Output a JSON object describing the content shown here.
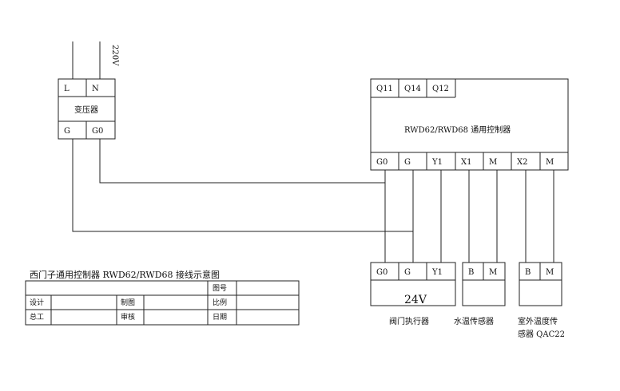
{
  "power": {
    "voltage": "220V"
  },
  "transformer": {
    "name": "变压器",
    "top_terminals": [
      "L",
      "N"
    ],
    "bottom_terminals": [
      "G",
      "G0"
    ]
  },
  "controller": {
    "name": "RWD62/RWD68 通用控制器",
    "top_terminals": [
      "Q11",
      "Q14",
      "Q12"
    ],
    "bottom_terminals": [
      "G0",
      "G",
      "Y1",
      "X1",
      "M",
      "X2",
      "M"
    ]
  },
  "devices": {
    "valve": {
      "terminals": [
        "G0",
        "G",
        "Y1"
      ],
      "voltage": "24V",
      "label": "阀门执行器"
    },
    "water_sensor": {
      "terminals": [
        "B",
        "M"
      ],
      "label": "水温传感器"
    },
    "outdoor_sensor": {
      "terminals": [
        "B",
        "M"
      ],
      "label_line1": "室外温度传",
      "label_line2": "感器 QAC22"
    }
  },
  "title_block": {
    "title": "西门子通用控制器 RWD62/RWD68 接线示意图",
    "drawing_no": "图号",
    "design": "设计",
    "drafting": "制图",
    "scale": "比例",
    "chief": "总工",
    "review": "审核",
    "date": "日期"
  }
}
